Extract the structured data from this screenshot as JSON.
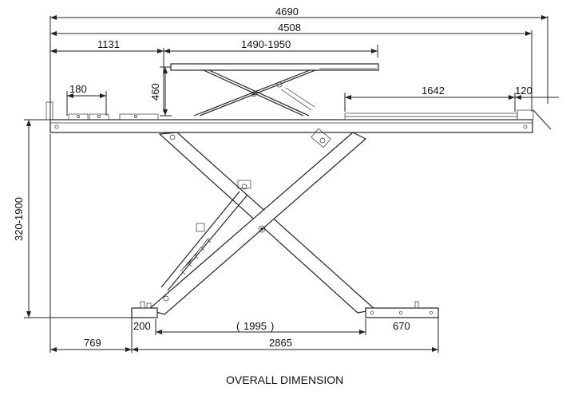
{
  "diagram": {
    "caption": "OVERALL DIMENSION",
    "dims": {
      "overall_length": "4690",
      "platform_length": "4508",
      "offset_to_second": "1131",
      "second_lift_range": "1490-1950",
      "ramp_length": "180",
      "second_lift_height": "460",
      "rail_length": "1642",
      "end_ramp": "120",
      "lift_height_range": "320-1900",
      "front_overhang": "769",
      "base_length": "2865",
      "base_left_pad": "200",
      "base_spacing": "1995",
      "base_right_pad": "670"
    }
  }
}
